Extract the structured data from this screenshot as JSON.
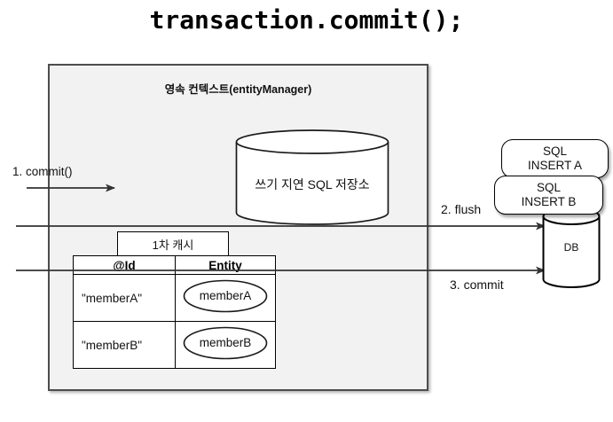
{
  "title": {
    "code": "transaction.commit();"
  },
  "persistence_context": {
    "heading": "영속 컨텍스트(entityManager)",
    "sql_store": {
      "label": "쓰기 지연 SQL 저장소",
      "icon": "database-cylinder-icon"
    },
    "cache": {
      "caption": "1차 캐시",
      "columns": [
        "@Id",
        "Entity"
      ],
      "rows": [
        {
          "id": "\"memberA\"",
          "entity": "memberA"
        },
        {
          "id": "\"memberB\"",
          "entity": "memberB"
        }
      ]
    }
  },
  "flow_labels": {
    "step1": "1. commit()",
    "step2": "2. flush",
    "step3": "3. commit"
  },
  "sql_statements": [
    {
      "line1": "SQL",
      "line2": "INSERT A"
    },
    {
      "line1": "SQL",
      "line2": "INSERT B"
    }
  ],
  "database": {
    "label": "DB",
    "icon": "database-cylinder-icon"
  },
  "colors": {
    "context_fill": "#f2f2f2",
    "context_border": "#4d4d4d",
    "stroke": "#000000",
    "arrow": "#333333",
    "text": "#111111",
    "page_background": "#ffffff"
  }
}
